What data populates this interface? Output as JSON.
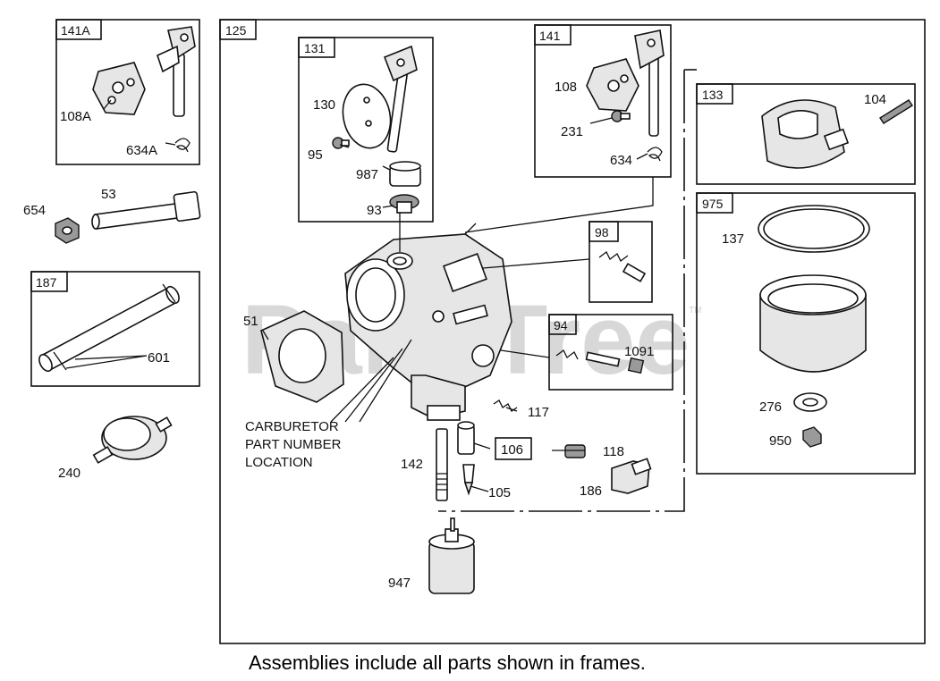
{
  "watermark": "PartsTree",
  "watermark_tm": "TM",
  "caption": "Assemblies include all parts shown in frames.",
  "carb_location_label": [
    "CARBURETOR",
    "PART NUMBER",
    "LOCATION"
  ],
  "frames": {
    "f125": "125",
    "f141a": "141A",
    "f131": "131",
    "f141": "141",
    "f133": "133",
    "f975": "975",
    "f98": "98",
    "f94": "94",
    "f187": "187",
    "f106": "106"
  },
  "parts": {
    "p108a": "108A",
    "p634a": "634A",
    "p654": "654",
    "p53": "53",
    "p601": "601",
    "p240": "240",
    "p130": "130",
    "p95": "95",
    "p987": "987",
    "p93": "93",
    "p108": "108",
    "p231": "231",
    "p634": "634",
    "p104": "104",
    "p137": "137",
    "p276": "276",
    "p950": "950",
    "p51": "51",
    "p1091": "1091",
    "p117": "117",
    "p118": "118",
    "p142": "142",
    "p105": "105",
    "p186": "186",
    "p947": "947"
  }
}
